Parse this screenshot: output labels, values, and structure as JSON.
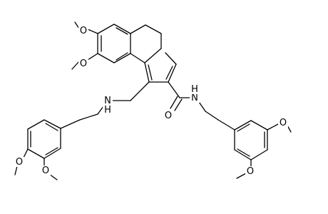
{
  "atom_labels": {
    "o_7": "O",
    "o_8": "O",
    "o_amide": "O",
    "n_amide": "N",
    "h_amide": "H",
    "n_amine": "N",
    "h_amine": "H",
    "o_right_3": "O",
    "o_right_4": "O",
    "o_left_4": "O",
    "o_left_3": "O"
  },
  "colors": {
    "ink": "#000000",
    "background": "#ffffff"
  }
}
